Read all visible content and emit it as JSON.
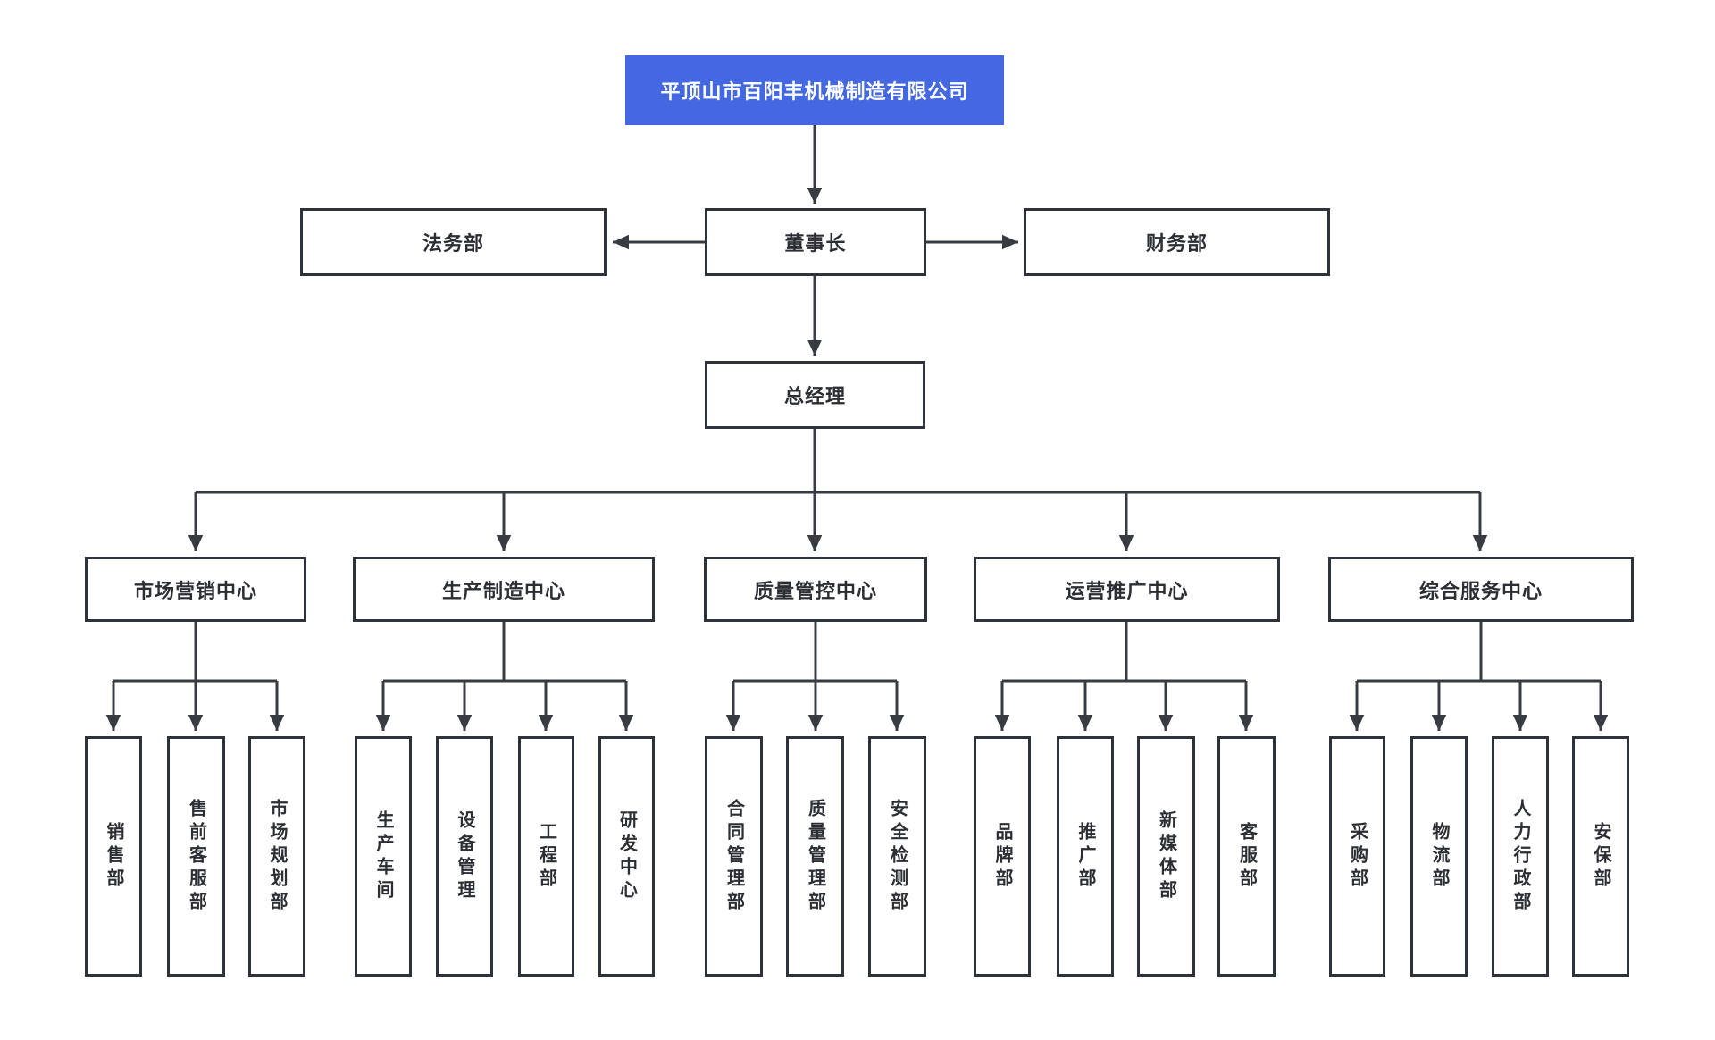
{
  "company": {
    "name": "平顶山市百阳丰机械制造有限公司"
  },
  "executives": {
    "chairman": "董事长",
    "legal_dept": "法务部",
    "finance_dept": "财务部",
    "general_manager": "总经理"
  },
  "centers": [
    {
      "label": "市场营销中心",
      "departments": [
        "销售部",
        "售前客服部",
        "市场规划部"
      ]
    },
    {
      "label": "生产制造中心",
      "departments": [
        "生产车间",
        "设备管理",
        "工程部",
        "研发中心"
      ]
    },
    {
      "label": "质量管控中心",
      "departments": [
        "合同管理部",
        "质量管理部",
        "安全检测部"
      ]
    },
    {
      "label": "运营推广中心",
      "departments": [
        "品牌部",
        "推广部",
        "新媒体部",
        "客服部"
      ]
    },
    {
      "label": "综合服务中心",
      "departments": [
        "采购部",
        "物流部",
        "人力行政部",
        "安保部"
      ]
    }
  ],
  "colors": {
    "root_background": "#4468e2",
    "root_text": "#ffffff",
    "box_border": "#2e323a",
    "box_text": "#2b2e33",
    "connector": "#383c42",
    "page_background": "#ffffff"
  }
}
